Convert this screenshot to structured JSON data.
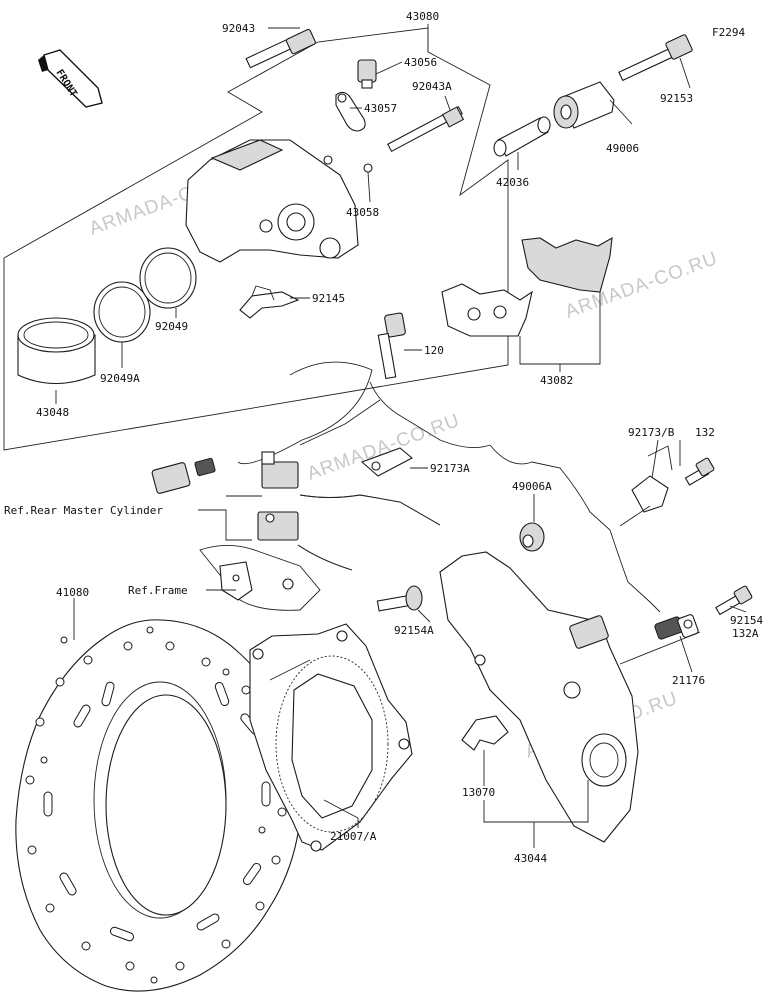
{
  "diagram_code": "F2294",
  "front_label": "FRONT",
  "watermark": "ARMADA-CO.RU",
  "references": {
    "master_cylinder": "Ref.Rear Master Cylinder",
    "frame": "Ref.Frame"
  },
  "parts": {
    "p92043": "92043",
    "p43080": "43080",
    "p43056": "43056",
    "p92043A": "92043A",
    "p43057": "43057",
    "p43058": "43058",
    "p92153": "92153",
    "p49006": "49006",
    "p42036": "42036",
    "p92145": "92145",
    "p92049": "92049",
    "p92049A": "92049A",
    "p43048": "43048",
    "p120": "120",
    "p43082": "43082",
    "p92173B": "92173/B",
    "p132": "132",
    "p92173A": "92173A",
    "p49006A": "49006A",
    "p41080": "41080",
    "p92154A": "92154A",
    "p92154": "92154",
    "p132A": "132A",
    "p21176": "21176",
    "p21007A": "21007/A",
    "p13070": "13070",
    "p43044": "43044"
  }
}
